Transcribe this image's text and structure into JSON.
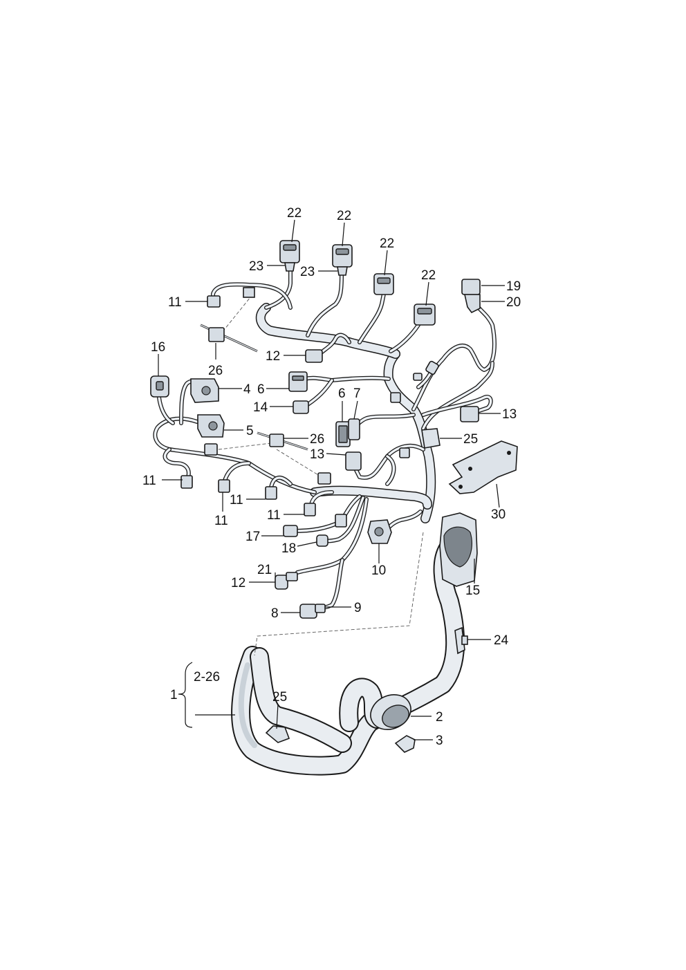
{
  "labels": [
    {
      "id": "l22a",
      "text": "22"
    },
    {
      "id": "l22b",
      "text": "22"
    },
    {
      "id": "l22c",
      "text": "22"
    },
    {
      "id": "l22d",
      "text": "22"
    },
    {
      "id": "l23a",
      "text": "23"
    },
    {
      "id": "l23b",
      "text": "23"
    },
    {
      "id": "l19",
      "text": "19"
    },
    {
      "id": "l20",
      "text": "20"
    },
    {
      "id": "l11a",
      "text": "11"
    },
    {
      "id": "l26a",
      "text": "26"
    },
    {
      "id": "l12a",
      "text": "12"
    },
    {
      "id": "l16",
      "text": "16"
    },
    {
      "id": "l4",
      "text": "4"
    },
    {
      "id": "l6a",
      "text": "6"
    },
    {
      "id": "l14",
      "text": "14"
    },
    {
      "id": "l6b",
      "text": "6"
    },
    {
      "id": "l7",
      "text": "7"
    },
    {
      "id": "l13a",
      "text": "13"
    },
    {
      "id": "l5",
      "text": "5"
    },
    {
      "id": "l26b",
      "text": "26"
    },
    {
      "id": "l25a",
      "text": "25"
    },
    {
      "id": "l13b",
      "text": "13"
    },
    {
      "id": "l11b",
      "text": "11"
    },
    {
      "id": "l30",
      "text": "30"
    },
    {
      "id": "l11c",
      "text": "11"
    },
    {
      "id": "l11d",
      "text": "11"
    },
    {
      "id": "l11e",
      "text": "11"
    },
    {
      "id": "l17",
      "text": "17"
    },
    {
      "id": "l18",
      "text": "18"
    },
    {
      "id": "l10",
      "text": "10"
    },
    {
      "id": "l15",
      "text": "15"
    },
    {
      "id": "l21",
      "text": "21"
    },
    {
      "id": "l12b",
      "text": "12"
    },
    {
      "id": "l8",
      "text": "8"
    },
    {
      "id": "l9",
      "text": "9"
    },
    {
      "id": "l24",
      "text": "24"
    },
    {
      "id": "l1",
      "text": "1"
    },
    {
      "id": "l226",
      "text": "2-26"
    },
    {
      "id": "l25b",
      "text": "25"
    },
    {
      "id": "l2",
      "text": "2"
    },
    {
      "id": "l3",
      "text": "3"
    }
  ]
}
